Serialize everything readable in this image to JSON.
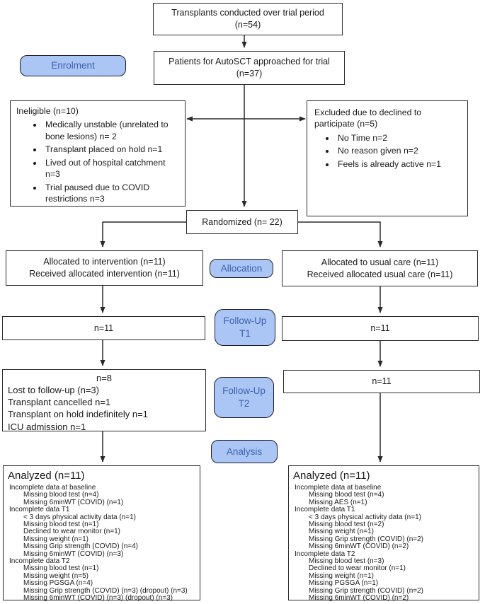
{
  "colors": {
    "label_fill": "#abc6f5",
    "label_border": "#1c1c2e",
    "label_text": "#3e61b0",
    "box_border": "#2b2b2b",
    "connector": "#2a2a2a"
  },
  "labels": {
    "enrolment": "Enrolment",
    "allocation": "Allocation",
    "followup_t1": {
      "line1": "Follow-Up",
      "line2": "T1"
    },
    "followup_t2": {
      "line1": "Follow-Up",
      "line2": "T2"
    },
    "analysis": "Analysis"
  },
  "boxes": {
    "transplants": {
      "line1": "Transplants conducted over trial period",
      "line2": "(n=54)"
    },
    "approached": {
      "line1": "Patients for AutoSCT approached for trial",
      "line2": "(n=37)"
    },
    "ineligible": {
      "title": "Ineligible (n=10)",
      "bullets": [
        "Medically unstable (unrelated to bone lesions) n= 2",
        "Transplant placed on hold n=1",
        "Lived out of hospital catchment n=3",
        "Trial paused due to COVID restrictions n=3"
      ]
    },
    "excluded": {
      "title": "Excluded due to declined to participate (n=5)",
      "bullets": [
        "No Time n=2",
        "No reason given n=2",
        "Feels is already active n=1"
      ]
    },
    "randomized": "Randomized (n= 22)",
    "alloc_intervention": {
      "line1": "Allocated to intervention (n=11)",
      "line2": "Received allocated intervention (n=11)"
    },
    "alloc_usual": {
      "line1": "Allocated to usual care (n=11)",
      "line2": "Received allocated usual care (n=11)"
    },
    "t1_left": "n=11",
    "t1_right": "n=11",
    "t2_left": {
      "n": "n=8",
      "lines": [
        "Lost to follow-up (n=3)",
        "Transplant cancelled n=1",
        "Transplant on hold indefinitely n=1",
        "ICU admission n=1"
      ]
    },
    "t2_right": "n=11",
    "analyzed_left": {
      "title": "Analyzed (n=11)",
      "lines": [
        {
          "t": "Incomplete data at baseline",
          "i": 0
        },
        {
          "t": "Missing blood test (n=4)",
          "i": 1
        },
        {
          "t": "Missing 6minWT (COVID) (n=1)",
          "i": 1
        },
        {
          "t": "Incomplete data T1",
          "i": 0
        },
        {
          "t": "< 3 days physical activity data (n=1)",
          "i": 1
        },
        {
          "t": "Missing blood test (n=1)",
          "i": 1
        },
        {
          "t": "Declined to wear monitor (n=1)",
          "i": 1
        },
        {
          "t": "Missing weight (n=1)",
          "i": 1
        },
        {
          "t": "Missing Grip strength (COVID) (n=4)",
          "i": 1
        },
        {
          "t": "Missing 6minWT (COVID) (n=3)",
          "i": 1
        },
        {
          "t": "Incomplete data T2",
          "i": 0
        },
        {
          "t": "Missing blood test (n=1)",
          "i": 1
        },
        {
          "t": "Missing weight (n=5)",
          "i": 1
        },
        {
          "t": "Missing PGSGA (n=4)",
          "i": 1
        },
        {
          "t": "Missing Grip strength (COVID) (n=3) (dropout) (n=3)",
          "i": 1
        },
        {
          "t": "Missing 6minWT (COVID) (n=3) (dropout) (n=3)",
          "i": 1
        }
      ]
    },
    "analyzed_right": {
      "title": "Analyzed (n=11)",
      "lines": [
        {
          "t": "Incomplete data at baseline",
          "i": 0
        },
        {
          "t": "Missing blood test (n=4)",
          "i": 1
        },
        {
          "t": "Missing AES (n=1)",
          "i": 1
        },
        {
          "t": "Incomplete data T1",
          "i": 0
        },
        {
          "t": "< 3 days physical activity data (n=1)",
          "i": 1
        },
        {
          "t": "Missing blood test (n=2)",
          "i": 1
        },
        {
          "t": "Missing weight (n=1)",
          "i": 1
        },
        {
          "t": "Missing Grip strength (COVID) (n=2)",
          "i": 1
        },
        {
          "t": "Missing 6minWT (COVID) (n=2)",
          "i": 1
        },
        {
          "t": "Incomplete data T2",
          "i": 0
        },
        {
          "t": "Missing blood test (n=3)",
          "i": 1
        },
        {
          "t": "Declined to wear monitor (n=1)",
          "i": 1
        },
        {
          "t": "Missing weight (n=1)",
          "i": 1
        },
        {
          "t": "Missing PGSGA (n=1)",
          "i": 1
        },
        {
          "t": "Missing Grip strength (COVID) (n=2)",
          "i": 1
        },
        {
          "t": "Missing 6minWT (COVID) (n=2)",
          "i": 1
        }
      ]
    }
  }
}
